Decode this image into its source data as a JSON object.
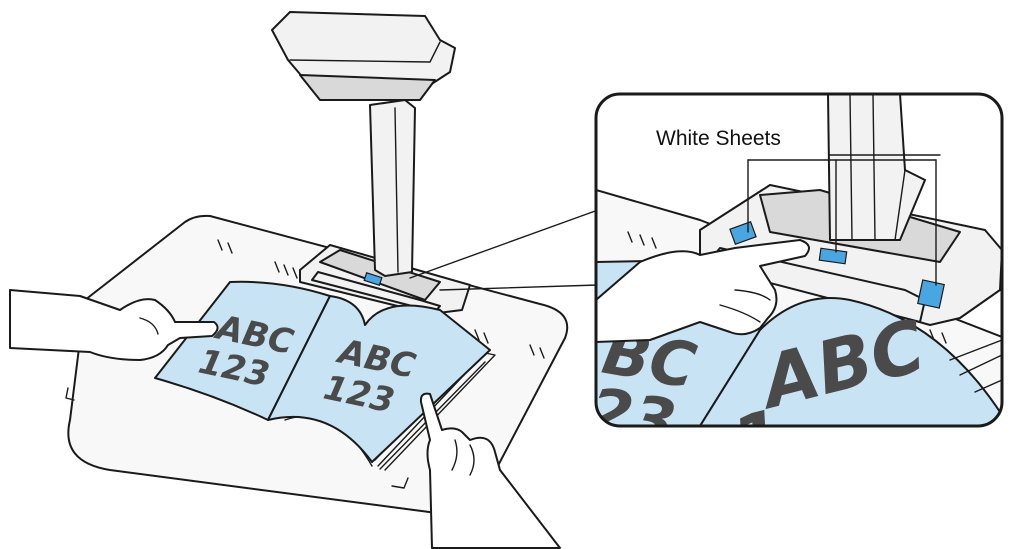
{
  "left_book": {
    "left_page_text": [
      "ABC",
      "123"
    ],
    "right_page_text": [
      "ABC",
      "123"
    ]
  },
  "callout": {
    "label": "White Sheets",
    "zoom_page_text": [
      "BC",
      "23"
    ],
    "zoom_right_page_text": [
      "ABC",
      "1"
    ]
  },
  "colors": {
    "page_fill": "#c8e4f4",
    "white_sheet_fill": "#4aa6e0"
  }
}
